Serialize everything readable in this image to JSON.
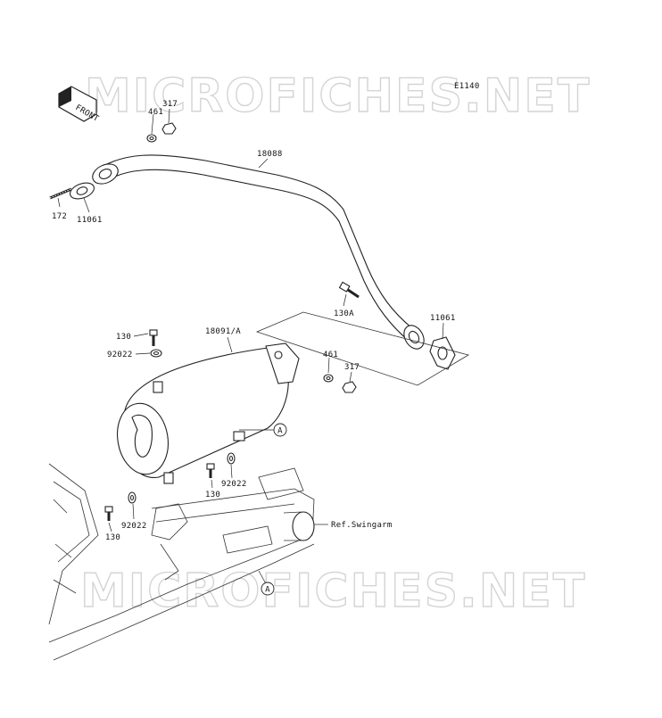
{
  "diagram_code": "E1140",
  "front_label": "FRONT",
  "watermark": "MICROFICHES.NET",
  "parts": {
    "exhaust_pipe": "18088",
    "muffler": "18091/A",
    "gasket_front": "11061",
    "gasket_rear": "11061",
    "stud": "172",
    "washer_top": "461",
    "nut_top": "317",
    "washer_rear": "461",
    "nut_rear": "317",
    "bolt_pipe": "130A",
    "bolt_muffler_top": "130",
    "washer_muffler_top": "92022",
    "bolt_mid": "130",
    "washer_mid": "92022",
    "bolt_low": "130",
    "washer_low": "92022"
  },
  "callouts": {
    "a_upper": "A",
    "a_lower": "A"
  },
  "reference": "Ref.Swingarm"
}
